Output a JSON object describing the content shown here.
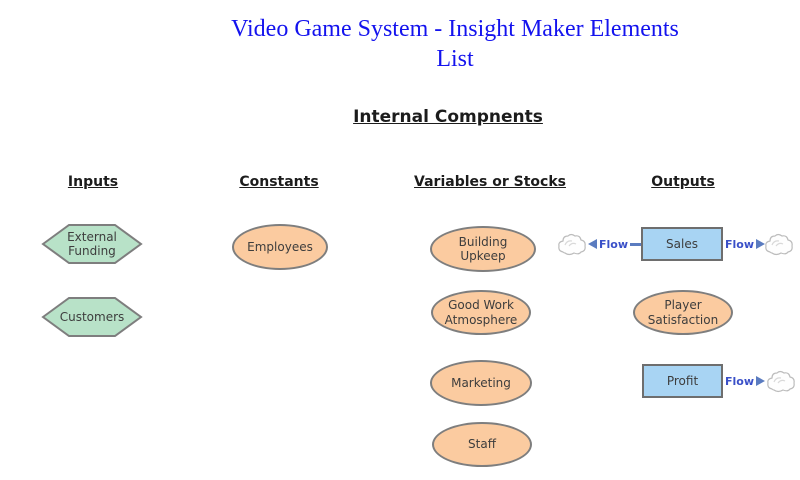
{
  "title": {
    "line1": "Video Game System - Insight Maker Elements",
    "line2": "List"
  },
  "heading": "Internal Compnents",
  "columns": {
    "inputs": {
      "label": "Inputs",
      "items": {
        "external_funding": "External Funding",
        "customers": "Customers"
      }
    },
    "constants": {
      "label": "Constants",
      "items": {
        "employees": "Employees"
      }
    },
    "variables": {
      "label": "Variables or Stocks",
      "items": {
        "building_upkeep": "Building Upkeep",
        "good_work_atmosphere": "Good Work Atmosphere",
        "marketing": "Marketing",
        "staff": "Staff"
      }
    },
    "outputs": {
      "label": "Outputs",
      "items": {
        "sales": "Sales",
        "player_satisfaction": "Player Satisfaction",
        "profit": "Profit"
      }
    }
  },
  "flow_label": "Flow",
  "colors": {
    "title": "#1413ee",
    "hexagon-fill": "#b8e2c8",
    "ellipse-fill": "#fbcba0",
    "stock-fill": "#a8d4f3",
    "node-border": "#7e7e7e",
    "flow-line": "#5b7cc0",
    "flow-text": "#3a50c8"
  }
}
